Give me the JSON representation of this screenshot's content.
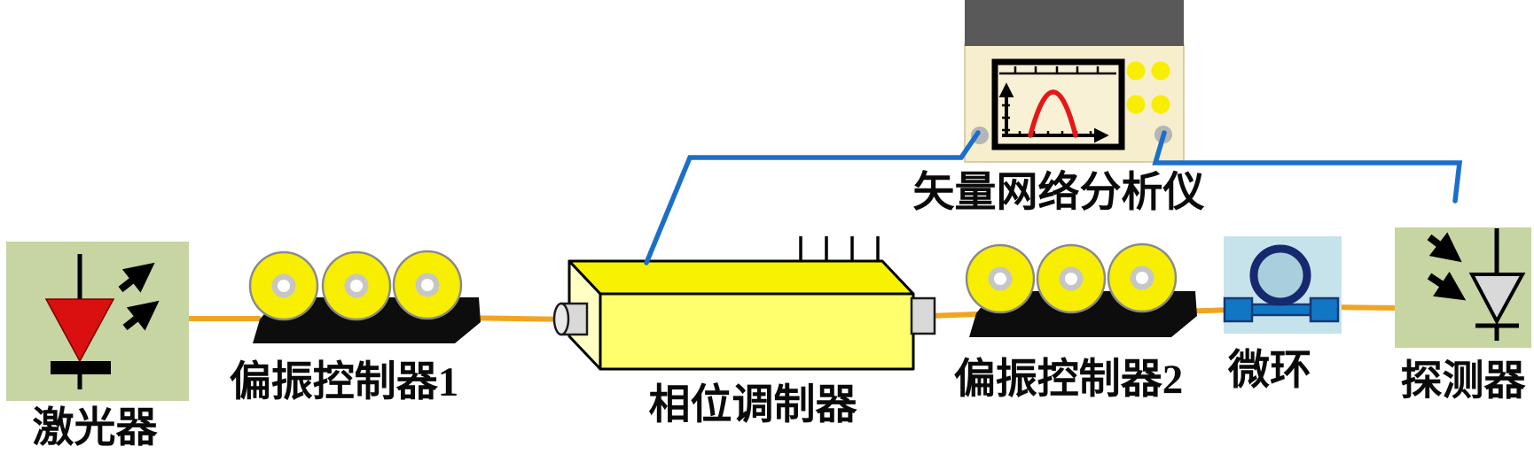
{
  "figure": {
    "type": "optical-experiment-setup-diagram",
    "components": [
      {
        "id": "laser",
        "label": "激光器",
        "icon": "laser-diode-icon"
      },
      {
        "id": "polarization-controller-1",
        "label": "偏振控制器1",
        "icon": "fiber-paddles-icon"
      },
      {
        "id": "phase-modulator",
        "label": "相位调制器",
        "icon": "modulator-box-icon"
      },
      {
        "id": "vector-network-analyzer",
        "label": "矢量网络分析仪",
        "icon": "vna-instrument-icon"
      },
      {
        "id": "polarization-controller-2",
        "label": "偏振控制器2",
        "icon": "fiber-paddles-icon"
      },
      {
        "id": "microring",
        "label": "微环",
        "icon": "ring-resonator-icon"
      },
      {
        "id": "detector",
        "label": "探测器",
        "icon": "photodiode-icon"
      }
    ],
    "colors": {
      "device_green": "#c6d5a2",
      "laser_red": "#d9100f",
      "fiber_orange": "#f0a522",
      "cable_blue": "#1c6fc9",
      "paddle_yellow": "#f7ee00",
      "modulator_yellow_top": "#f6f200",
      "modulator_yellow_front": "#ffff6e",
      "vna_cream": "#f6eecd",
      "vna_band_gray": "#595959",
      "curve_red": "#e51717",
      "microring_bg": "#c6e3ec",
      "ring_navy": "#16296e",
      "waveguide_blue": "#1177c5"
    }
  }
}
